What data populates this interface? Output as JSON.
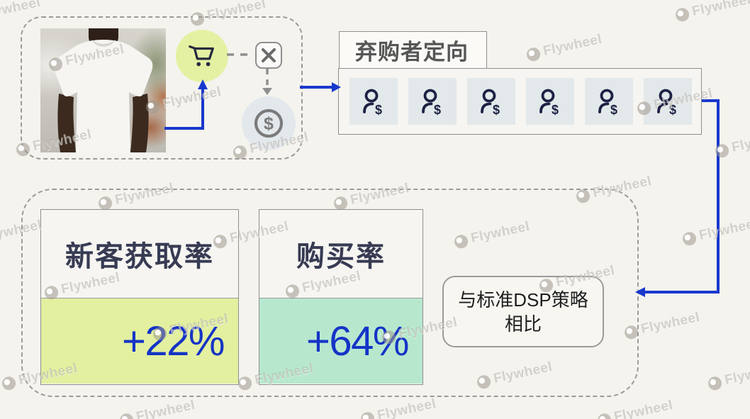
{
  "canvas": {
    "background": "#f4f3ee"
  },
  "watermarks": {
    "text": "Flywheel",
    "positions": [
      [
        -50,
        4
      ],
      [
        268,
        6
      ],
      [
        952,
        0
      ],
      [
        68,
        70
      ],
      [
        742,
        56
      ],
      [
        205,
        130
      ],
      [
        898,
        132
      ],
      [
        22,
        190
      ],
      [
        328,
        194
      ],
      [
        1008,
        192
      ],
      [
        138,
        266
      ],
      [
        470,
        266
      ],
      [
        812,
        256
      ],
      [
        -48,
        318
      ],
      [
        300,
        320
      ],
      [
        640,
        320
      ],
      [
        962,
        316
      ],
      [
        62,
        392
      ],
      [
        402,
        390
      ],
      [
        760,
        382
      ],
      [
        215,
        450
      ],
      [
        538,
        455
      ],
      [
        880,
        448
      ],
      [
        2,
        520
      ],
      [
        335,
        520
      ],
      [
        672,
        518
      ],
      [
        998,
        520
      ],
      [
        168,
        572
      ],
      [
        508,
        570
      ],
      [
        842,
        572
      ]
    ]
  },
  "flow": {
    "cart_icon": "shopping-cart",
    "abandon_icon": "x-mark",
    "revenue_icon": "dollar-circle",
    "dollar_symbol": "$"
  },
  "audience": {
    "label": "弃购者定向",
    "count": 6,
    "member_icon": "person-dollar"
  },
  "results": {
    "cards": [
      {
        "title": "新客获取率",
        "value": "+22%",
        "fill_color": "#e2f0a0"
      },
      {
        "title": "购买率",
        "value": "+64%",
        "fill_color": "#b7e8ce"
      }
    ],
    "comparison": {
      "line1": "与标准DSP策略",
      "line2": "相比"
    }
  },
  "colors": {
    "arrow_blue": "#1838cc",
    "value_blue": "#1534c6",
    "cart_circle": "#e5f1a2",
    "dollar_circle_bg": "#e3e8ec",
    "audience_square": "#e3e8ea"
  }
}
